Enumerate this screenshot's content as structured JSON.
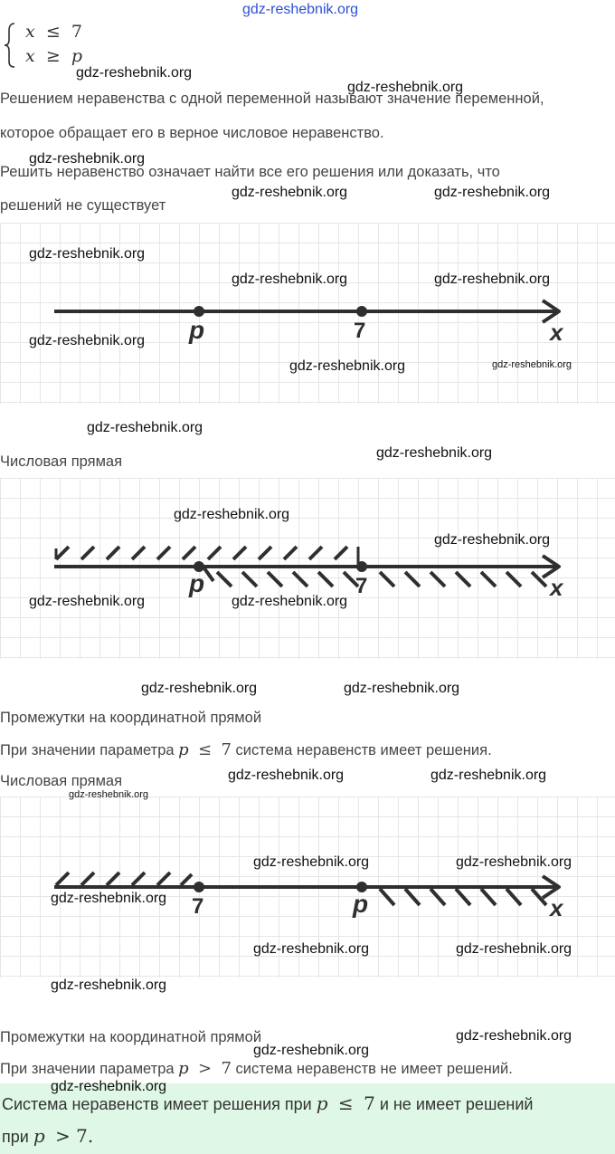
{
  "watermark": "gdz-reshebnik.org",
  "system": {
    "row1": {
      "var": "x",
      "op": "≤",
      "val": "7"
    },
    "row2": {
      "var": "x",
      "op": "≥",
      "val": "p"
    }
  },
  "definitions": {
    "def1_line1": "Решением неравенства с одной переменной называют значение переменной,",
    "def1_line2": "которое обращает его в верное числовое неравенство.",
    "def2_line1": "Решить неравенство означает найти все его решения или доказать, что",
    "def2_line2": "решений не существует"
  },
  "figure1": {
    "points": [
      {
        "label": "p"
      },
      {
        "label": "7"
      }
    ],
    "axis_label": "x",
    "caption": "Числовая прямая"
  },
  "figure2": {
    "points": [
      {
        "label": "p"
      },
      {
        "label": "7"
      }
    ],
    "axis_label": "x",
    "caption1": "Промежутки на координатной прямой",
    "statement": {
      "before": "При значении параметра",
      "var": "p",
      "op": "≤",
      "val": "7",
      "after": "система неравенств имеет решения."
    },
    "caption2": "Числовая прямая"
  },
  "figure3": {
    "points": [
      {
        "label": "7"
      },
      {
        "label": "p"
      }
    ],
    "axis_label": "x",
    "caption1": "Промежутки на координатной прямой",
    "statement": {
      "before": "При значении параметра",
      "var": "p",
      "op": ">",
      "val": "7",
      "after": "система неравенств не имеет решений."
    }
  },
  "conclusion": {
    "line1_before": "Система неравенств имеет решения при",
    "var1": "p",
    "op1": "≤",
    "val1": "7",
    "line1_after": "и не имеет решений",
    "line2_before": "при",
    "var2": "p",
    "op2": ">",
    "val2": "7",
    "line2_after": "."
  }
}
